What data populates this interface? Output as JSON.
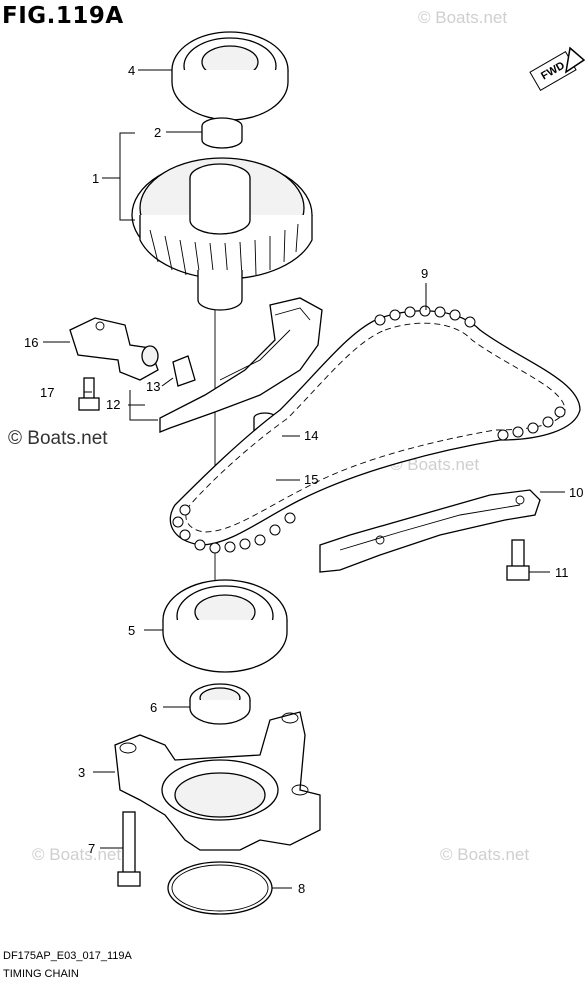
{
  "figure": {
    "title": "FIG.119A",
    "direction_label": "FWD",
    "code": "DF175AP_E03_017_119A",
    "name": "TIMING CHAIN"
  },
  "watermarks": {
    "top_right": "© Boats.net",
    "left_mid": "© Boats.net",
    "right_mid": "© Boats.net",
    "bottom_left": "© Boats.net",
    "bottom_right": "© Boats.net"
  },
  "callouts": [
    "1",
    "2",
    "3",
    "4",
    "5",
    "6",
    "7",
    "8",
    "9",
    "10",
    "11",
    "12",
    "13",
    "14",
    "15",
    "16",
    "17"
  ]
}
